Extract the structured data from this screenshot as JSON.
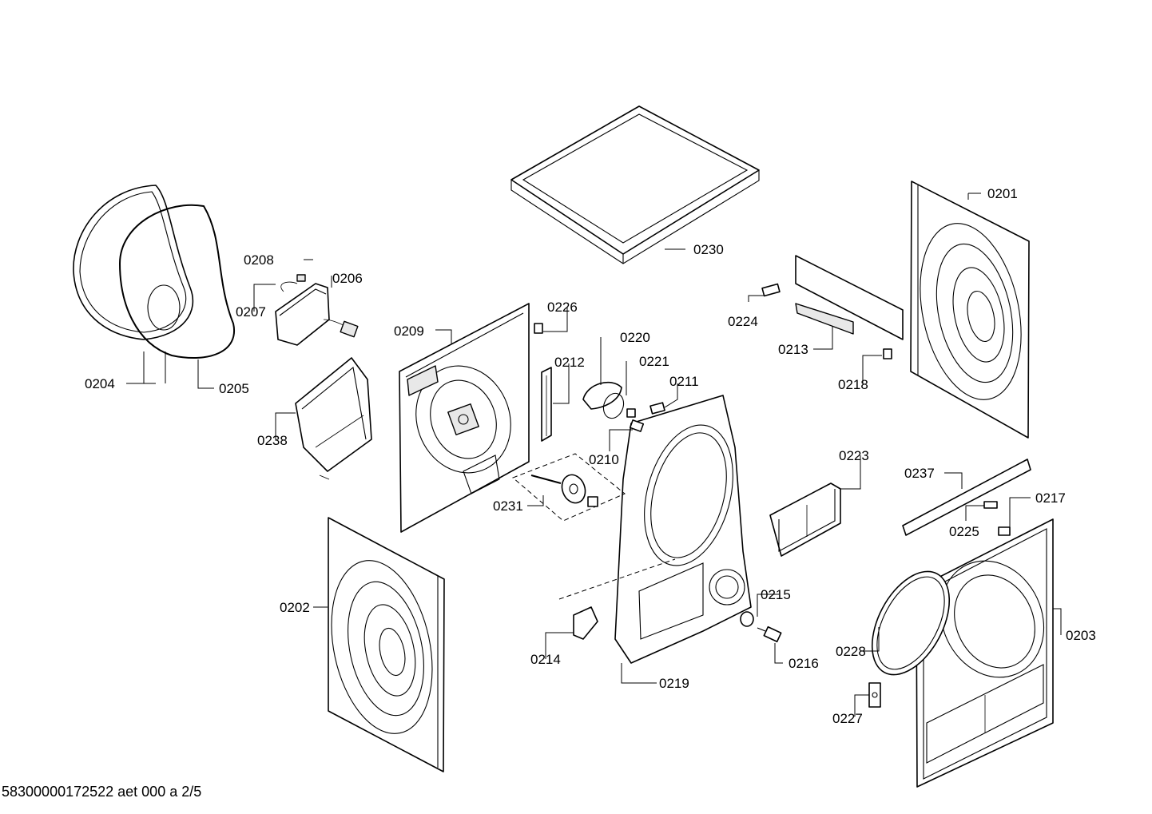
{
  "labels": {
    "p0201": "0201",
    "p0202": "0202",
    "p0203": "0203",
    "p0204": "0204",
    "p0205": "0205",
    "p0206": "0206",
    "p0207": "0207",
    "p0208": "0208",
    "p0209": "0209",
    "p0210": "0210",
    "p0211": "0211",
    "p0212": "0212",
    "p0213": "0213",
    "p0214": "0214",
    "p0215": "0215",
    "p0216": "0216",
    "p0217": "0217",
    "p0218": "0218",
    "p0219": "0219",
    "p0220": "0220",
    "p0221": "0221",
    "p0223": "0223",
    "p0224": "0224",
    "p0225": "0225",
    "p0226": "0226",
    "p0227": "0227",
    "p0228": "0228",
    "p0230": "0230",
    "p0231": "0231",
    "p0237": "0237",
    "p0238": "0238"
  },
  "footer": "58300000172522 aet 000 a 2/5"
}
